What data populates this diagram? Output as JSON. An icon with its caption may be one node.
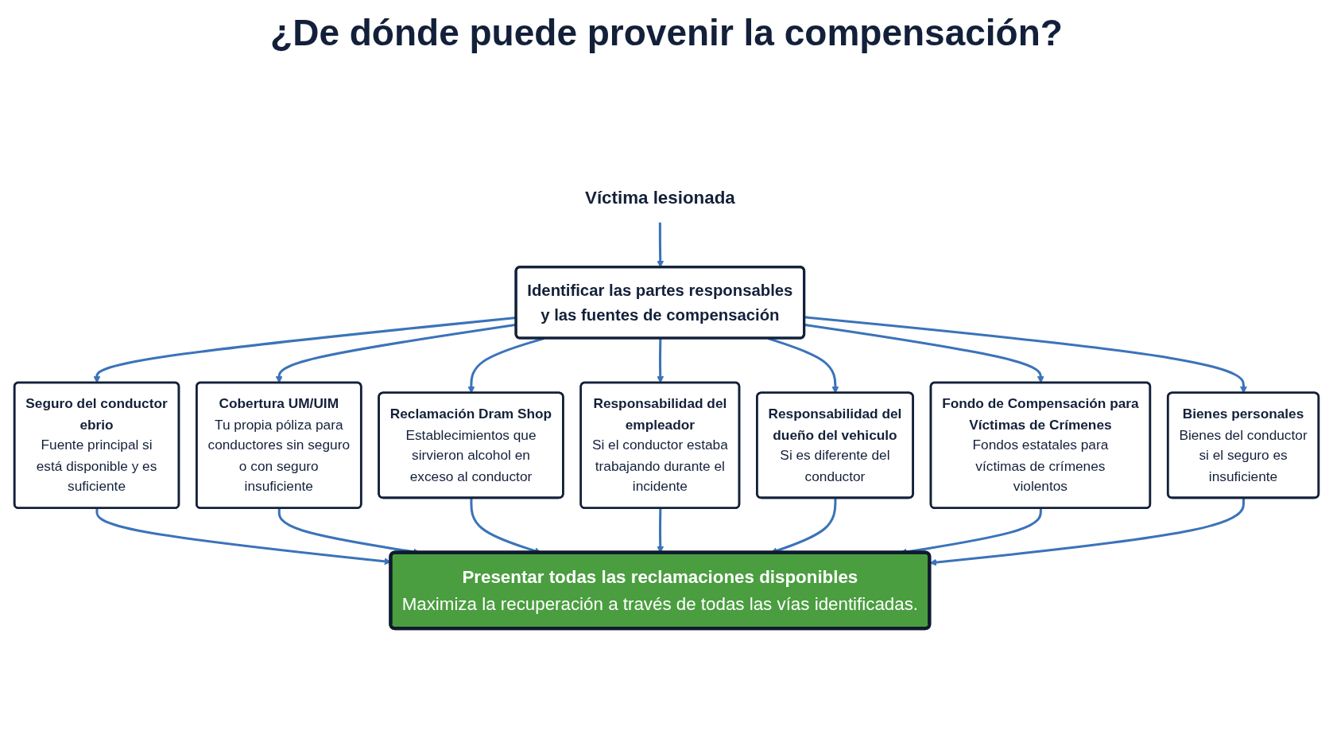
{
  "diagram": {
    "title": "¿De dónde puede provenir la compensación?",
    "nodes": [
      {
        "text": [
          "Víctima lesionada"
        ]
      },
      {
        "text": [
          "Identificar las partes responsables y las fuentes de compensación"
        ]
      },
      {
        "text": [
          "Seguro del conductor ebrio",
          "Fuente principal si está disponible y es suficiente"
        ]
      },
      {
        "text": [
          "Cobertura UM/UIM",
          "Tu propia póliza para conductores sin seguro o con seguro insuficiente"
        ]
      },
      {
        "text": [
          "Reclamación Dram Shop",
          "Establecimientos que sirvieron alcohol en exceso al conductor"
        ]
      },
      {
        "text": [
          "Responsabilidad del empleador",
          "Si el conductor estaba trabajando durante el incidente"
        ]
      },
      {
        "text": [
          "Responsabilidad del dueño del vehiculo",
          "Si es diferente del conductor"
        ]
      },
      {
        "text": [
          "Fondo de Compensación para Víctimas de Crímenes",
          "Fondos estatales para víctimas de crímenes violentos"
        ]
      },
      {
        "text": [
          "Bienes personales",
          "Bienes del conductor si el seguro es insuficiente"
        ]
      },
      {
        "text": [
          "Presentar todas las reclamaciones disponibles",
          "Maximiza la recuperación a través de todas las vías identificadas."
        ]
      }
    ],
    "edges": [
      {
        "from": 0,
        "to": 1,
        "arrow": "to"
      },
      {
        "from": 1,
        "to": 2,
        "arrow": "to"
      },
      {
        "from": 1,
        "to": 3,
        "arrow": "to"
      },
      {
        "from": 1,
        "to": 4,
        "arrow": "to"
      },
      {
        "from": 1,
        "to": 5,
        "arrow": "to"
      },
      {
        "from": 1,
        "to": 6,
        "arrow": "to"
      },
      {
        "from": 1,
        "to": 7,
        "arrow": "to"
      },
      {
        "from": 1,
        "to": 8,
        "arrow": "to"
      },
      {
        "from": 2,
        "to": 9,
        "arrow": "to"
      },
      {
        "from": 3,
        "to": 9,
        "arrow": "to"
      },
      {
        "from": 4,
        "to": 9,
        "arrow": "to"
      },
      {
        "from": 5,
        "to": 9,
        "arrow": "to"
      },
      {
        "from": 6,
        "to": 9,
        "arrow": "to"
      },
      {
        "from": 7,
        "to": 9,
        "arrow": "to"
      },
      {
        "from": 8,
        "to": 9,
        "arrow": "to"
      }
    ]
  }
}
